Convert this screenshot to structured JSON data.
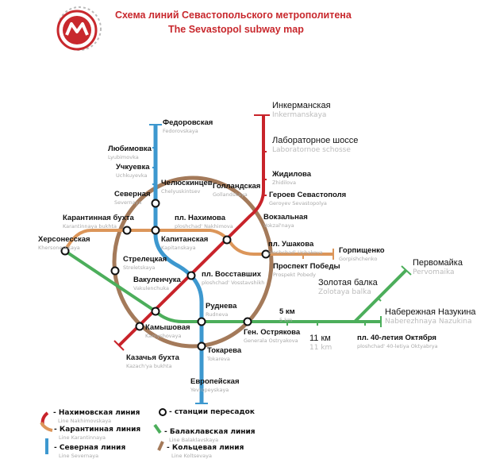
{
  "header": {
    "title_ru": "Схема линий Севастопольского метрополитена",
    "title_en": "The Sevastopol subway map"
  },
  "colors": {
    "nakhimovskaya": "#c8232a",
    "karantinnaya": "#dc965a",
    "severnaya": "#3d98cf",
    "balaklavskaya": "#4cae5b",
    "koltsevaya": "#a47a5a",
    "title": "#c8282d"
  },
  "stations": [
    {
      "ru": "Федоровская",
      "en": "Fedorovskaya"
    },
    {
      "ru": "Любимовка",
      "en": "Lyubimovka"
    },
    {
      "ru": "Учкуевка",
      "en": "Uchkuyevka"
    },
    {
      "ru": "Челюскинцев",
      "en": "Chelyuskintsev"
    },
    {
      "ru": "Северная",
      "en": "Severnaya"
    },
    {
      "ru": "Голландская",
      "en": "Gollandskaya"
    },
    {
      "ru": "Карантинная бухта",
      "en": "Karantinnaya bukhta"
    },
    {
      "ru": "пл. Нахимова",
      "en": "ploshchad' Nakhimova"
    },
    {
      "ru": "Херсонесская",
      "en": "Khersonesskaya"
    },
    {
      "ru": "Капитанская",
      "en": "Kapitanskaya"
    },
    {
      "ru": "Стрелецкая",
      "en": "Streletskaya"
    },
    {
      "ru": "Вакуленчука",
      "en": "Vakulenchuka"
    },
    {
      "ru": "пл. Восставших",
      "en": "ploshchad' Vosstavshikh"
    },
    {
      "ru": "Руднева",
      "en": "Rudneva"
    },
    {
      "ru": "Камышовая",
      "en": "Kamyshovaya"
    },
    {
      "ru": "Казачья бухта",
      "en": "Kazach'ya bukhta"
    },
    {
      "ru": "Токарева",
      "en": "Tokareva"
    },
    {
      "ru": "Европейская",
      "en": "Yevropeyskaya"
    },
    {
      "ru": "Ген. Острякова",
      "en": "Generala Ostryakova"
    },
    {
      "ru": "Инкерманская",
      "en": "Inkermanskaya"
    },
    {
      "ru": "Лабораторное шоссе",
      "en": "Laboratornoe schosse"
    },
    {
      "ru": "Жидилова",
      "en": "Zhidilova"
    },
    {
      "ru": "Героев Севастополя",
      "en": "Geroyev Sevastopolya"
    },
    {
      "ru": "Вокзальная",
      "en": "Vokzal'naya"
    },
    {
      "ru": "пл. Ушакова",
      "en": "ploshchad' Ushakova"
    },
    {
      "ru": "Горпищенко",
      "en": "Gorpishchenko"
    },
    {
      "ru": "Проспект Победы",
      "en": "Prospekt Pobedy"
    },
    {
      "ru": "Первомайка",
      "en": "Pervomaika"
    },
    {
      "ru": "Золотая балка",
      "en": "Zolotaya balka"
    },
    {
      "ru": "5 км",
      "en": "5 km"
    },
    {
      "ru": "Набережная Назукина",
      "en": "Naberezhnaya Nazukina"
    },
    {
      "ru": "11 км",
      "en": "11 km"
    },
    {
      "ru": "пл. 40-летия Октября",
      "en": "ploshchad' 40-letiya Oktyabrya"
    }
  ],
  "legend": [
    {
      "ru": "- Нахимовская линия",
      "en": "Line Nakhimovskaya"
    },
    {
      "ru": "- Карантинная линия",
      "en": "Line Karantinnaya"
    },
    {
      "ru": "- Северная линия",
      "en": "Line Severnaya"
    },
    {
      "ru": "- станции пересадок",
      "en": ""
    },
    {
      "ru": "- Балаклавская линия",
      "en": "Line Balaklavskaya"
    },
    {
      "ru": "- Кольцевая линия",
      "en": "Line Koltsevaya"
    }
  ]
}
